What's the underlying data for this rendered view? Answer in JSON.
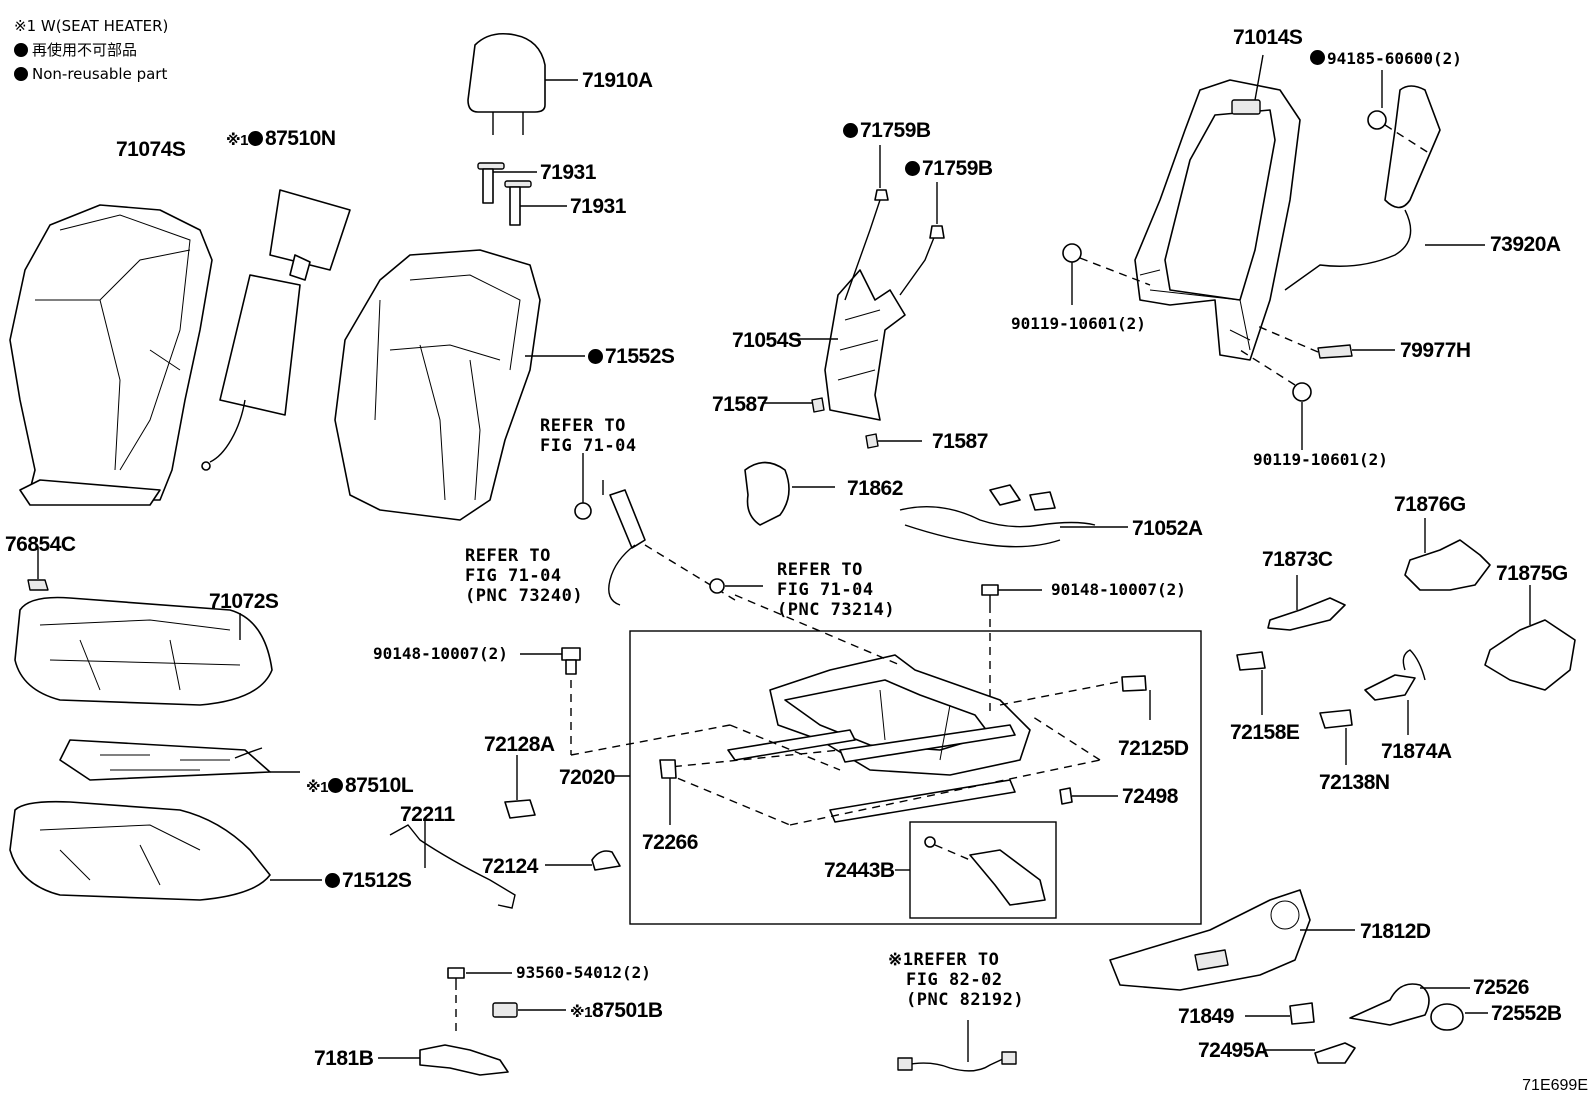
{
  "legend": {
    "note1": "※1 W(SEAT HEATER)",
    "jp": "再使用不可部品",
    "en": "Non-reusable part"
  },
  "figure_code": "71E699E",
  "labels": {
    "p71910A": "71910A",
    "p71931a": "71931",
    "p71931b": "71931",
    "p71074S": "71074S",
    "p87510N": "87510N",
    "p87510N_pre": "※1",
    "p71759Ba": "71759B",
    "p71759Bb": "71759B",
    "p71014S": "71014S",
    "p94185": "94185-60600(2)",
    "p73920A": "73920A",
    "p71552S": "71552S",
    "p71054S": "71054S",
    "p90119a": "90119-10601(2)",
    "p79977H": "79977H",
    "p71587a": "71587",
    "p71587b": "71587",
    "p90119b": "90119-10601(2)",
    "p71862": "71862",
    "p71052A": "71052A",
    "p71876G": "71876G",
    "p71873C": "71873C",
    "p71875G": "71875G",
    "p76854C": "76854C",
    "p71072S": "71072S",
    "p90148a": "90148-10007(2)",
    "p90148b": "90148-10007(2)",
    "p72128A": "72128A",
    "p72020": "72020",
    "p72125D": "72125D",
    "p72158E": "72158E",
    "p71874A": "71874A",
    "p72138N": "72138N",
    "p87510L": "87510L",
    "p87510L_pre": "※1",
    "p72211": "72211",
    "p72266": "72266",
    "p72498": "72498",
    "p72124": "72124",
    "p72443B": "72443B",
    "p71512S": "71512S",
    "p71812D": "71812D",
    "p93560": "93560-54012(2)",
    "p87501B": "87501B",
    "p87501B_pre": "※1",
    "p7181B": "7181B",
    "p72526": "72526",
    "p71849": "71849",
    "p72552B": "72552B",
    "p72495A": "72495A"
  },
  "refs": {
    "r1_line1": "REFER TO",
    "r1_line2": "FIG 71-04",
    "r2_line1": "REFER TO",
    "r2_line2": "FIG 71-04",
    "r2_line3": "(PNC 73240)",
    "r3_line1": "REFER TO",
    "r3_line2": "FIG 71-04",
    "r3_line3": "(PNC 73214)",
    "r4_pre": "※1",
    "r4_line1": "REFER TO",
    "r4_line2": "FIG 82-02",
    "r4_line3": "(PNC 82192)"
  }
}
